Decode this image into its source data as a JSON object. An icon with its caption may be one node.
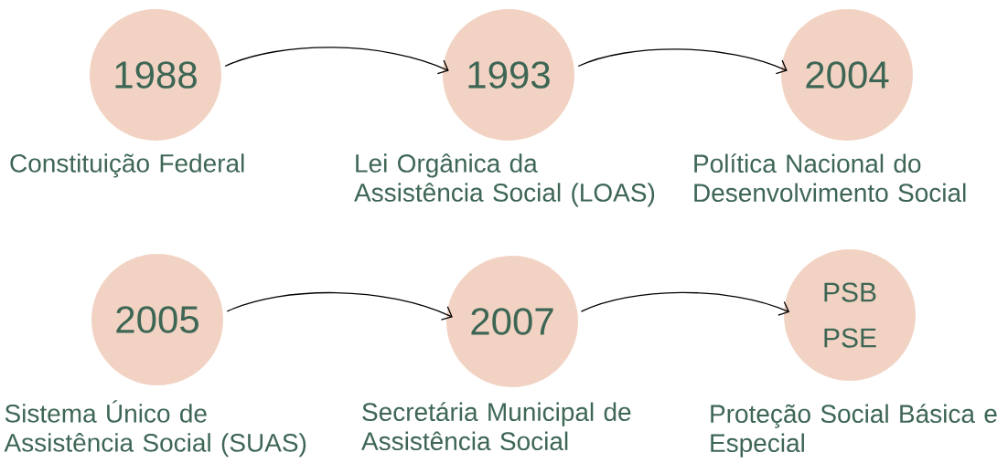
{
  "diagram": {
    "nodes": [
      {
        "text": [
          "1988"
        ],
        "beside": [
          "Constituição Federal"
        ]
      },
      {
        "text": [
          "1993"
        ],
        "beside": [
          "Lei Orgânica da Assistência Social (LOAS)"
        ]
      },
      {
        "text": [
          "2004"
        ],
        "beside": [
          "Política Nacional do Desenvolvimento Social"
        ]
      },
      {
        "text": [
          "2005"
        ],
        "beside": [
          "Sistema Único de Assistência Social (SUAS)"
        ]
      },
      {
        "text": [
          "2007"
        ],
        "beside": [
          "Secretária Municipal de Assistência Social"
        ]
      },
      {
        "text": [
          "PSB",
          "PSE"
        ],
        "beside": [
          "Proteção Social Básica e Especial"
        ]
      }
    ],
    "edges": [
      {
        "from": 0,
        "to": 1,
        "arrow": "to"
      },
      {
        "from": 1,
        "to": 2,
        "arrow": "to"
      },
      {
        "from": 3,
        "to": 4,
        "arrow": "to"
      },
      {
        "from": 4,
        "to": 5,
        "arrow": "to"
      }
    ]
  }
}
